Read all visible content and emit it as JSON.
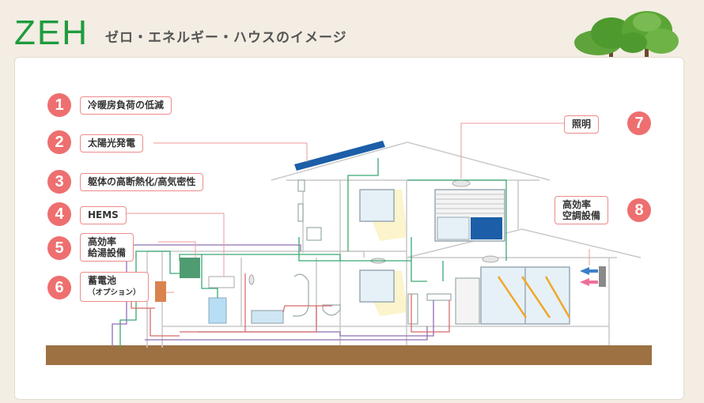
{
  "header": {
    "title_main": "ZEH",
    "title_sub": "ゼロ・エネルギー・ハウスのイメージ"
  },
  "labels": [
    {
      "number": "1",
      "text": "冷暖房負荷の低減"
    },
    {
      "number": "2",
      "text": "太陽光発電"
    },
    {
      "number": "3",
      "text": "躯体の高断熱化/高気密性"
    },
    {
      "number": "4",
      "text": "HEMS"
    },
    {
      "number": "5",
      "line1": "高効率",
      "line2": "給湯設備"
    },
    {
      "number": "6",
      "line1": "蓄電池",
      "line2": "（オプション）"
    },
    {
      "number": "7",
      "text": "照明"
    },
    {
      "number": "8",
      "line1": "高効率",
      "line2": "空調設備"
    }
  ],
  "colors": {
    "zeh_green": "#1f9b3e",
    "badge_red": "#ee6f6f",
    "label_border": "#ef8a8a",
    "solar_panel": "#1c5ea8",
    "ground": "#9d7142",
    "green_wire": "#3aa874",
    "purple_wire": "#8e6fb5",
    "red_wire": "#d86b6b"
  }
}
